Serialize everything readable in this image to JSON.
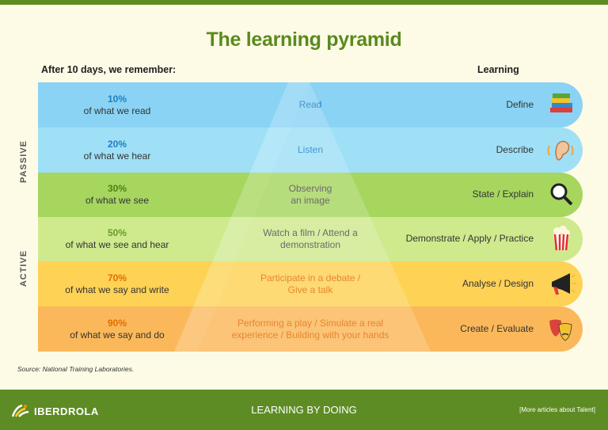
{
  "title": "The learning pyramid",
  "subtitle": "After 10 days, we remember:",
  "learning_header": "Learning",
  "side_labels": {
    "passive": "PASSIVE",
    "active": "ACTIVE"
  },
  "rows": [
    {
      "pct": "10%",
      "desc": "of what we read",
      "activity": [
        "Read"
      ],
      "learning": "Define",
      "icon": "books-icon",
      "color": "#8ad3f4",
      "pct_color": "#1d7fc2",
      "act_color": "#1d7fc2"
    },
    {
      "pct": "20%",
      "desc": "of what we hear",
      "activity": [
        "Listen"
      ],
      "learning": "Describe",
      "icon": "ear-icon",
      "color": "#9fe0f7",
      "pct_color": "#1d7fc2",
      "act_color": "#1d7fc2"
    },
    {
      "pct": "30%",
      "desc": "of what we see",
      "activity": [
        "Observing",
        "an image"
      ],
      "learning": "State / Explain",
      "icon": "magnifier-icon",
      "color": "#a6d65e",
      "pct_color": "#4f7f18",
      "act_color": "#4b4b4b"
    },
    {
      "pct": "50%",
      "desc": "of what we see and hear",
      "activity": [
        "Watch a film / Attend a",
        "demonstration"
      ],
      "learning": "Demonstrate / Apply / Practice",
      "icon": "popcorn-icon",
      "color": "#cfe98d",
      "pct_color": "#6a9a2a",
      "act_color": "#4b4b4b"
    },
    {
      "pct": "70%",
      "desc": "of what we say and write",
      "activity": [
        "Participate in a debate /",
        "Give a talk"
      ],
      "learning": "Analyse / Design",
      "icon": "megaphone-icon",
      "color": "#fdd255",
      "pct_color": "#e56b00",
      "act_color": "#e56b00"
    },
    {
      "pct": "90%",
      "desc": "of what we say and do",
      "activity": [
        "Performing a play / Simulate a real",
        "experience / Building with your hands"
      ],
      "learning": "Create / Evaluate",
      "icon": "theater-masks-icon",
      "color": "#fbb85a",
      "pct_color": "#e56b00",
      "act_color": "#e56b00"
    }
  ],
  "source": "Source: National Training Laboratories.",
  "footer": {
    "brand": "IBERDROLA",
    "center": "LEARNING BY DOING",
    "link": "[More articles about Talent]"
  },
  "colors": {
    "accent": "#5e8c24",
    "background": "#fdfbe6"
  }
}
